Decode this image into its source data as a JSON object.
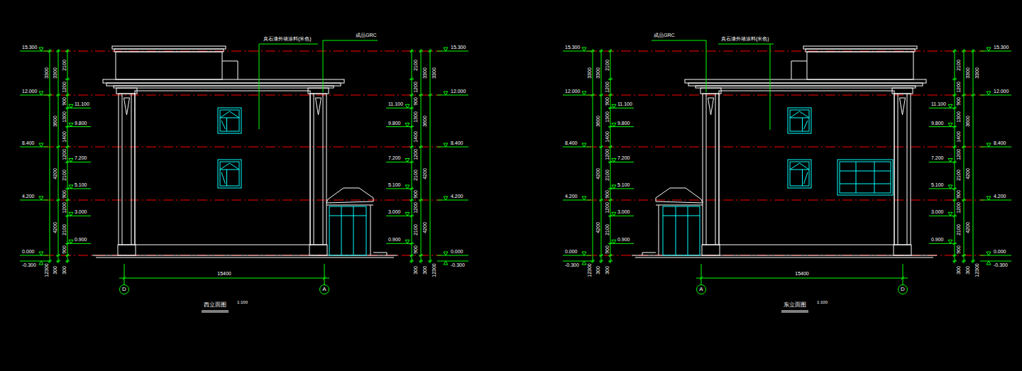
{
  "diagram": {
    "nodes": [
      {
        "text": [
          "D"
        ]
      },
      {
        "text": [
          "A"
        ]
      },
      {
        "text": [
          "A"
        ]
      },
      {
        "text": [
          "D"
        ]
      }
    ],
    "labels": [
      "15.300",
      "12.000",
      "8.400",
      "4.200",
      "0.000",
      "-0.300",
      "3300",
      "12300",
      "3300",
      "3600",
      "4200",
      "4200",
      "300",
      "2100",
      "1200",
      "900",
      "1300",
      "1400",
      "1200",
      "2100",
      "900",
      "1200",
      "2100",
      "900",
      "300",
      "11.100",
      "9.800",
      "7.200",
      "5.100",
      "3.000",
      "0.900",
      "15.300",
      "12.000",
      "8.400",
      "4.200",
      "0.000",
      "-0.300",
      "3300",
      "12300",
      "3300",
      "3600",
      "4200",
      "4200",
      "300",
      "2100",
      "1200",
      "900",
      "1300",
      "1400",
      "1200",
      "2100",
      "900",
      "1200",
      "2100",
      "900",
      "300",
      "11.100",
      "9.800",
      "7.200",
      "5.100",
      "3.000",
      "0.900",
      "真石漆外墙涂料(米色)",
      "成品GRC",
      "15400",
      "西立面图",
      "1:100",
      "15.300",
      "12.000",
      "8.400",
      "4.200",
      "0.000",
      "-0.300",
      "3300",
      "12300",
      "3300",
      "3600",
      "4200",
      "4200",
      "300",
      "2100",
      "1200",
      "900",
      "1300",
      "1400",
      "1200",
      "2100",
      "900",
      "1200",
      "2100",
      "900",
      "300",
      "11.100",
      "9.800",
      "7.200",
      "5.100",
      "3.000",
      "0.900",
      "15.300",
      "12.000",
      "8.400",
      "4.200",
      "0.000",
      "-0.300",
      "3300",
      "12300",
      "3300",
      "3600",
      "4200",
      "4200",
      "300",
      "2100",
      "1200",
      "900",
      "1300",
      "1400",
      "1200",
      "2100",
      "900",
      "1200",
      "2100",
      "900",
      "300",
      "11.100",
      "9.800",
      "7.200",
      "5.100",
      "3.000",
      "0.900",
      "成品GRC",
      "真石漆外墙涂料(米色)",
      "15400",
      "东立面图",
      "1:100"
    ]
  }
}
